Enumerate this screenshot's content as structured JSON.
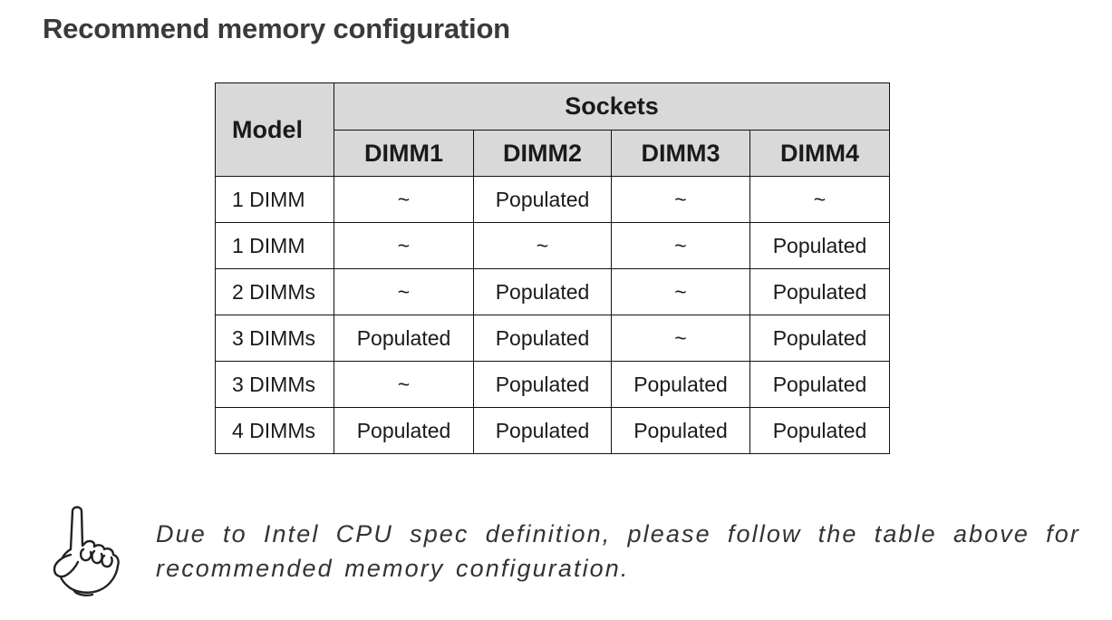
{
  "title": "Recommend memory configuration",
  "table": {
    "model_header": "Model",
    "sockets_header": "Sockets",
    "dimm_headers": [
      "DIMM1",
      "DIMM2",
      "DIMM3",
      "DIMM4"
    ],
    "rows": [
      {
        "model": "1 DIMM",
        "cells": [
          "~",
          "Populated",
          "~",
          "~"
        ]
      },
      {
        "model": "1 DIMM",
        "cells": [
          "~",
          "~",
          "~",
          "Populated"
        ]
      },
      {
        "model": "2 DIMMs",
        "cells": [
          "~",
          "Populated",
          "~",
          "Populated"
        ]
      },
      {
        "model": "3 DIMMs",
        "cells": [
          "Populated",
          "Populated",
          "~",
          "Populated"
        ]
      },
      {
        "model": "3 DIMMs",
        "cells": [
          "~",
          "Populated",
          "Populated",
          "Populated"
        ]
      },
      {
        "model": "4 DIMMs",
        "cells": [
          "Populated",
          "Populated",
          "Populated",
          "Populated"
        ]
      }
    ]
  },
  "note": {
    "icon": "pointing-hand-icon",
    "text": "Due to Intel CPU spec definition, please follow the table above for recommended memory configuration."
  }
}
